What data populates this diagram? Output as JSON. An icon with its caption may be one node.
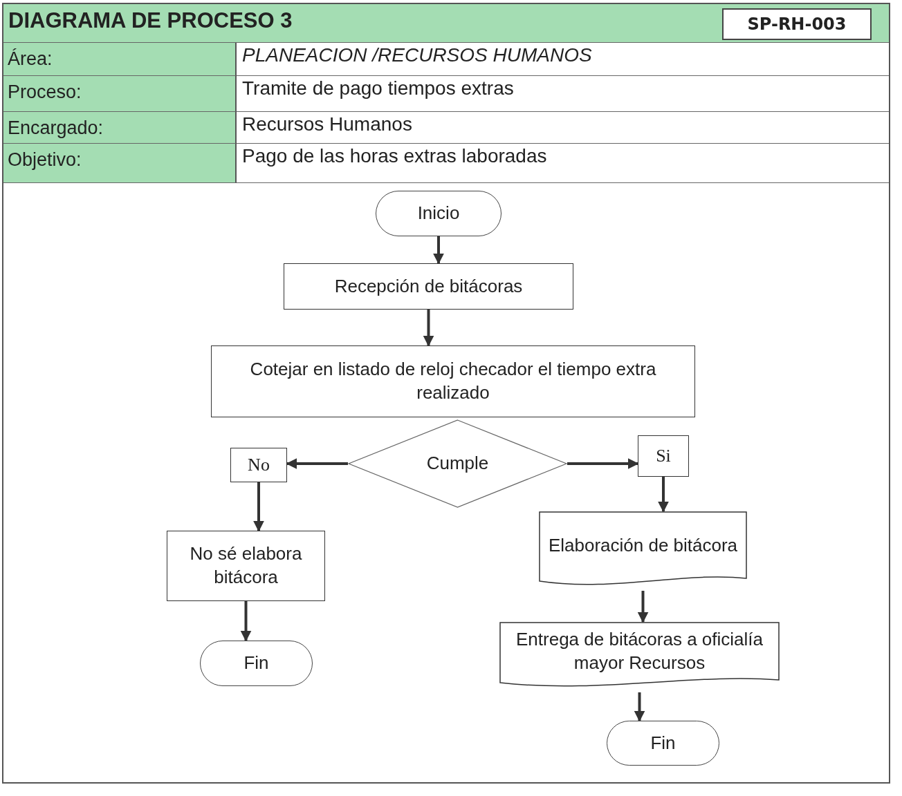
{
  "diagram": {
    "title": "DIAGRAMA DE PROCESO 3",
    "nodes": [
      {
        "text": [
          "Inicio"
        ]
      },
      {
        "text": [
          "Recepción de bitácoras"
        ]
      },
      {
        "text": [
          "Cotejar en listado de reloj checador el tiempo extra realizado"
        ]
      },
      {
        "text": [
          "Cumple"
        ]
      },
      {
        "text": [
          "No"
        ]
      },
      {
        "text": [
          "Si"
        ]
      },
      {
        "text": [
          "No sé elabora bitácora"
        ]
      },
      {
        "text": [
          "Elaboración de bitácora"
        ]
      },
      {
        "text": [
          "Entrega de bitácoras a oficialía mayor Recursos"
        ]
      },
      {
        "text": [
          "Fin"
        ]
      },
      {
        "text": [
          "Fin"
        ]
      }
    ],
    "edges": [
      {
        "from": 0,
        "to": 1,
        "arrow": "to"
      },
      {
        "from": 1,
        "to": 2,
        "arrow": "to"
      },
      {
        "from": 3,
        "to": 4,
        "arrow": "to"
      },
      {
        "from": 3,
        "to": 5,
        "arrow": "to"
      },
      {
        "from": 4,
        "to": 6,
        "arrow": "to"
      },
      {
        "from": 5,
        "to": 7,
        "arrow": "to"
      },
      {
        "from": 6,
        "to": 9,
        "arrow": "to"
      },
      {
        "from": 7,
        "to": 8,
        "arrow": "to"
      },
      {
        "from": 8,
        "to": 10,
        "arrow": "to"
      }
    ],
    "labels": [
      "SP-RH-003",
      "Área:",
      "PLANEACION /RECURSOS HUMANOS",
      "Proceso:",
      "Tramite de pago tiempos extras",
      "Encargado:",
      "Recursos Humanos",
      "Objetivo:",
      "Pago de las horas extras laboradas"
    ]
  }
}
